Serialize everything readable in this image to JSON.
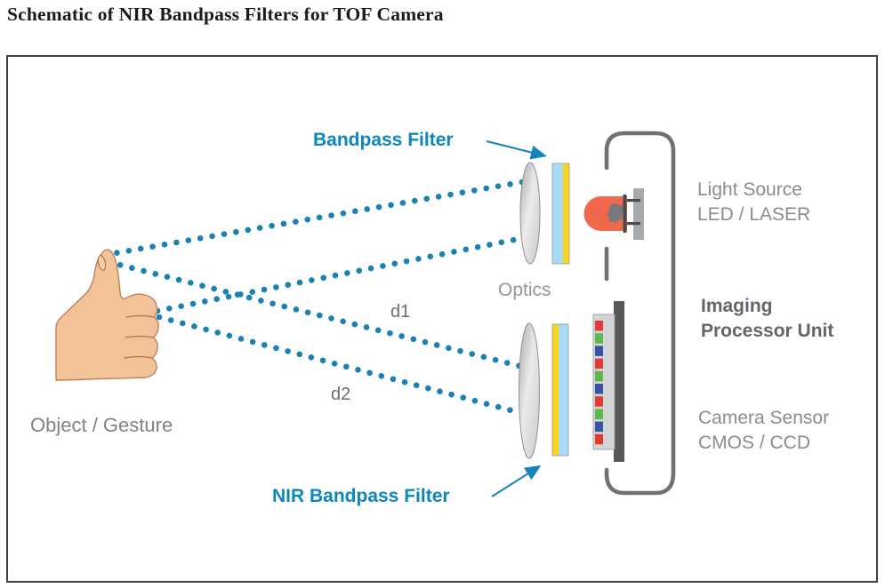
{
  "title": "Schematic of NIR Bandpass Filters for TOF Camera",
  "diagram": {
    "labels": {
      "bandpass_filter": "Bandpass Filter",
      "optics": "Optics",
      "d1": "d1",
      "d2": "d2",
      "object_gesture": "Object / Gesture",
      "nir_bandpass_filter": "NIR Bandpass Filter",
      "light_source_line1": "Light Source",
      "light_source_line2": "LED / LASER",
      "imaging_processor_line1": "Imaging",
      "imaging_processor_line2": "Processor Unit",
      "camera_sensor_line1": "Camera Sensor",
      "camera_sensor_line2": "CMOS / CCD"
    },
    "colors": {
      "accent_teal": "#0E86BD",
      "ray_dot_teal": "#1B81B1",
      "filter_blue": "#A8DCF5",
      "filter_yellow": "#FBD51B",
      "led_red": "#F2684C",
      "label_gray": "#8A8C8E",
      "dark_label_gray": "#636569",
      "distance_label_gray": "#6D6E71",
      "skin_tone": "#F2C299",
      "sensor_pixel_red": "#E23B35",
      "sensor_pixel_green": "#5BB949",
      "sensor_pixel_blue": "#3A53A4"
    },
    "icons": [
      "thumbs-up-hand-icon",
      "optics-lens-icon",
      "bandpass-filter-strip-icon",
      "led-icon",
      "camera-sensor-icon",
      "imaging-unit-bracket-icon",
      "pointer-arrow-icon",
      "dotted-ray-icon"
    ]
  }
}
